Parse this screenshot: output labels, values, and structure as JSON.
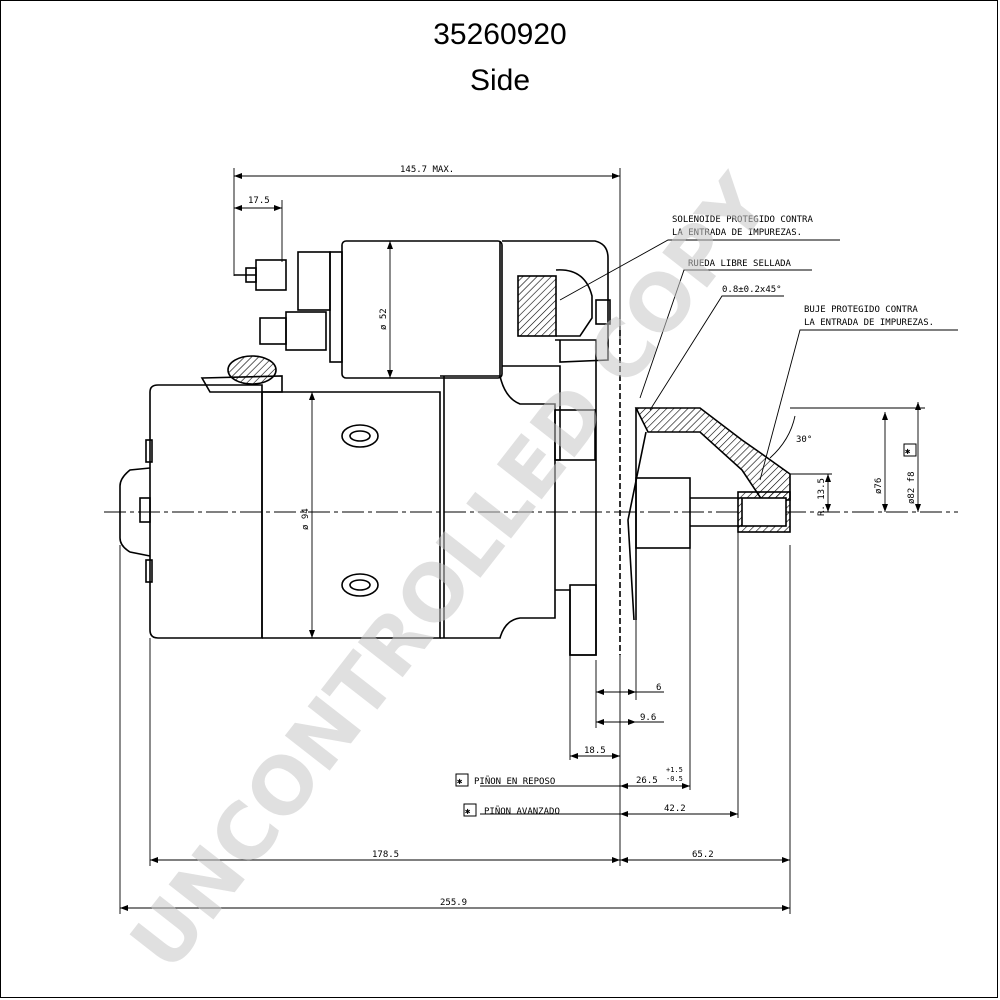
{
  "header": {
    "part_number": "35260920",
    "view": "Side"
  },
  "notes": {
    "solenoid": [
      "SOLENOIDE PROTEGIDO CONTRA",
      "LA ENTRADA DE IMPUREZAS."
    ],
    "freewheel": "RUEDA LIBRE SELLADA",
    "chamfer": "0.8±0.2x45°",
    "bushing": [
      "BUJE PROTEGIDO CONTRA",
      "LA ENTRADA DE IMPUREZAS."
    ],
    "pinion_rest": "PIÑON EN REPOSO",
    "pinion_advanced": "PIÑON AVANZADO",
    "asterisk": "✱"
  },
  "dimensions": {
    "max_length": "145.7 MAX.",
    "terminal_offset": "17.5",
    "solenoid_dia": "ø 52",
    "motor_dia": "ø 94",
    "angle": "30°",
    "flange_dia_76": "ø76",
    "flange_dia_82": "ø82 f8",
    "radius": "R. 13.5",
    "d6": "6",
    "d9_6": "9.6",
    "d18_5": "18.5",
    "d26_5": "26.5",
    "tol_plus": "+1.5",
    "tol_minus": "-0.5",
    "d42_2": "42.2",
    "d178_5": "178.5",
    "d65_2": "65.2",
    "d255_9": "255.9"
  },
  "watermark": "UNCONTROLLED COPY"
}
